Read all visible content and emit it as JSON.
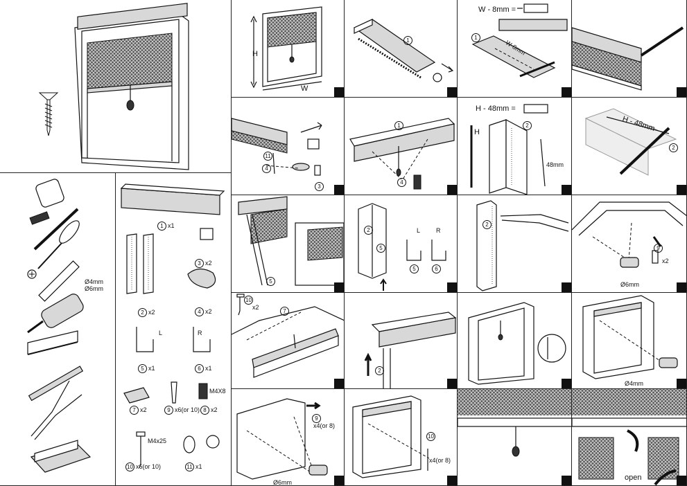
{
  "overview": {
    "screw_icon": "screw-icon"
  },
  "tools": {
    "drill_sizes": [
      "Ø4mm",
      "Ø6mm"
    ]
  },
  "parts": {
    "p1": {
      "num": "1",
      "qty": "x1"
    },
    "p2": {
      "num": "2",
      "qty": "x2"
    },
    "p3": {
      "num": "3",
      "qty": "x2"
    },
    "p4": {
      "num": "4",
      "qty": "x2"
    },
    "p5": {
      "num": "5",
      "qty": "x1",
      "side": "L"
    },
    "p6": {
      "num": "6",
      "qty": "x1",
      "side": "R"
    },
    "p7": {
      "num": "7",
      "qty": "x2"
    },
    "p8": {
      "num": "8",
      "qty": "x2",
      "name": "M4X8"
    },
    "p9": {
      "num": "9",
      "qty": "x6(or 10)"
    },
    "p10": {
      "num": "10",
      "qty": "x6(or 10)",
      "name": "M4x25"
    },
    "p11": {
      "num": "11",
      "qty": "x1"
    }
  },
  "steps": {
    "s1": {
      "h": "H",
      "w": "W"
    },
    "s2": {
      "n1": "1"
    },
    "s3": {
      "formula": "W - 8mm =",
      "n1": "1",
      "dim": "W-8mm"
    },
    "s5": {
      "n11": "11",
      "n4": "4",
      "n3": "3"
    },
    "s6": {
      "n1": "1",
      "n4": "4"
    },
    "s7": {
      "formula": "H - 48mm =",
      "h": "H",
      "n2": "2",
      "dim": "48mm"
    },
    "s8": {
      "dim": "H - 48mm",
      "n2": "2"
    },
    "s9": {
      "n5": "5"
    },
    "s10": {
      "n2": "2",
      "n5": "5",
      "l": "L",
      "r": "R",
      "n5b": "5",
      "n6": "6"
    },
    "s11": {
      "n2": "2"
    },
    "s12": {
      "n9": "9",
      "qty": "x2",
      "drill": "Ø6mm"
    },
    "s13": {
      "n10": "10",
      "qty": "x2",
      "n7": "7"
    },
    "s14": {
      "n2": "2"
    },
    "s16": {
      "drill": "Ø4mm"
    },
    "s17": {
      "n9": "9",
      "qty": "x4(or 8)",
      "drill": "Ø6mm"
    },
    "s18": {
      "n10": "10",
      "qty": "x4(or 8)"
    },
    "s20": {
      "open": "open"
    }
  }
}
